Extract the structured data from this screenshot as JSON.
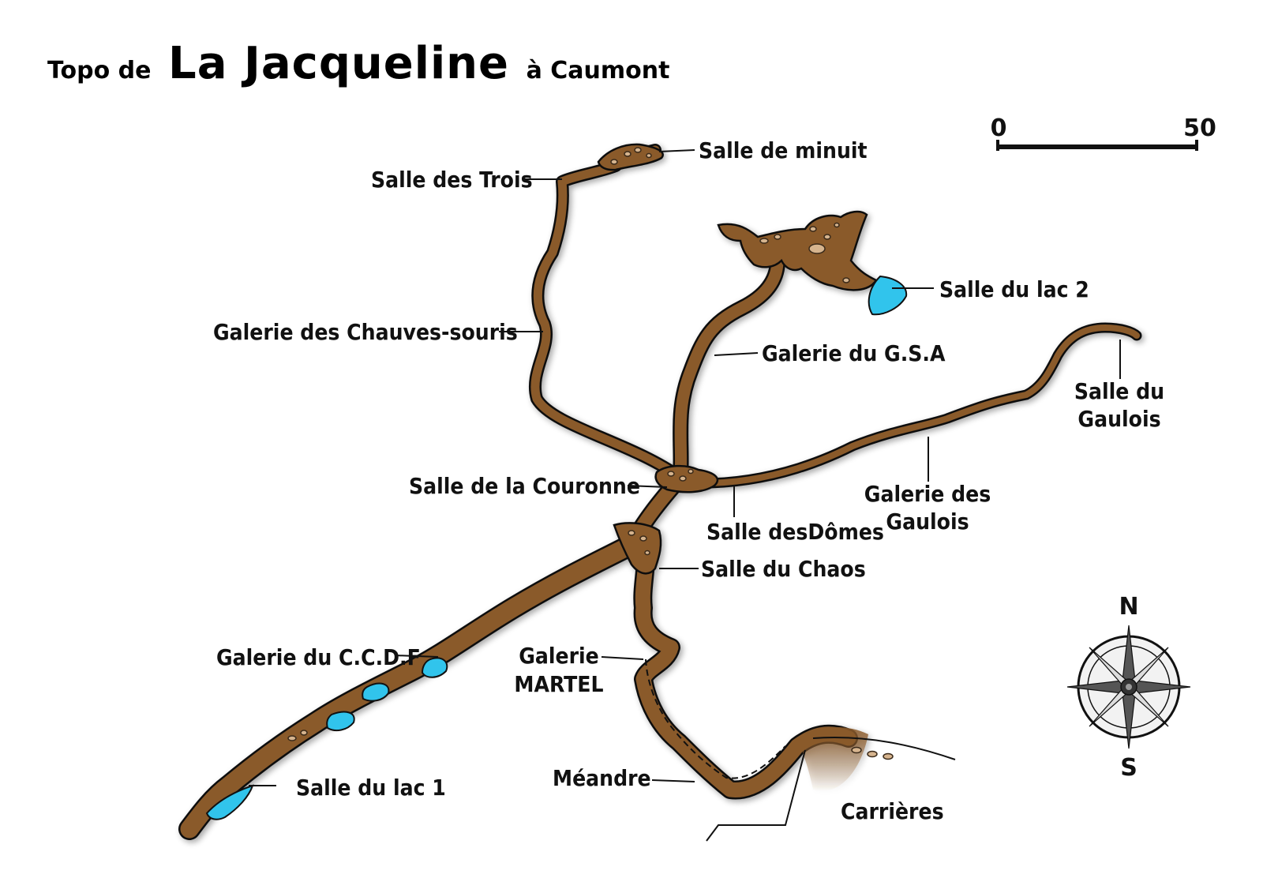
{
  "title": {
    "prefix": "Topo de",
    "name": "La Jacqueline",
    "suffix": "à Caumont"
  },
  "scale": {
    "min_label": "0",
    "max_label": "50"
  },
  "compass": {
    "north": "N",
    "south": "S"
  },
  "labels": {
    "salle_de_minuit": "Salle de minuit",
    "salle_des_trois": "Salle des Trois",
    "galerie_chauves_souris": "Galerie des Chauves-souris",
    "salle_du_lac_2": "Salle du lac 2",
    "galerie_gsa": "Galerie du G.S.A",
    "salle_du_gaulois_1": "Salle du",
    "salle_du_gaulois_2": "Gaulois",
    "salle_couronne": "Salle de la Couronne",
    "salle_domes": "Salle desDômes",
    "galerie_gaulois_1": "Galerie des",
    "galerie_gaulois_2": "Gaulois",
    "salle_chaos": "Salle du Chaos",
    "galerie_ccdf": "Galerie du C.C.D.F",
    "galerie_martel_1": "Galerie",
    "galerie_martel_2": "MARTEL",
    "salle_du_lac_1": "Salle du lac 1",
    "meandre": "Méandre",
    "carrieres": "Carrières"
  },
  "colors": {
    "passage": "#8a5a2b",
    "water": "#31c4ec",
    "outline": "#111111"
  }
}
